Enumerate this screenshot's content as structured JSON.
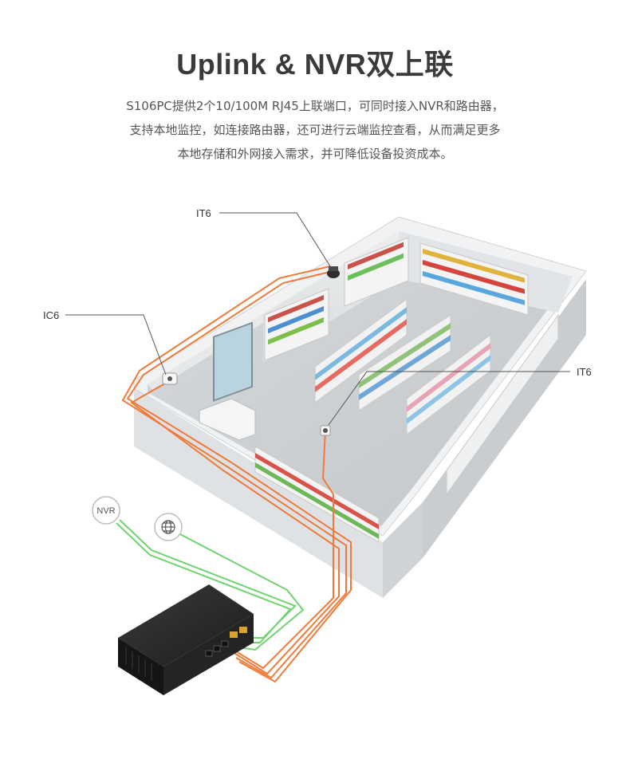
{
  "header": {
    "title": "Uplink & NVR双上联",
    "description_lines": [
      "S106PC提供2个10/100M RJ45上联端口，可同时接入NVR和路由器，",
      "支持本地监控，如连接路由器，还可进行云端监控查看，从而满足更多",
      "本地存储和外网接入需求，并可降低设备投资成本。"
    ]
  },
  "callouts": {
    "camera_top": "IT6",
    "camera_left": "IC6",
    "camera_right": "IT6"
  },
  "devices": {
    "nvr_label": "NVR",
    "globe_icon": "globe-icon"
  },
  "colors": {
    "poe_cable": "#f07a3a",
    "uplink_cable": "#6fd36f",
    "switch_body": "#2b2b2b"
  }
}
